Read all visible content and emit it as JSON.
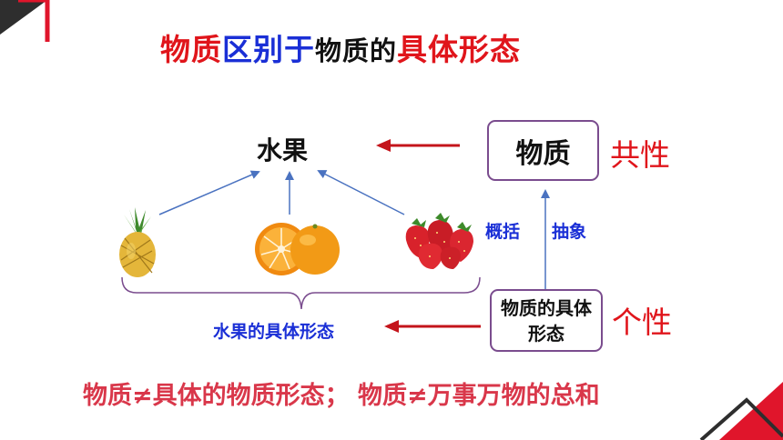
{
  "title": {
    "part1": "物质",
    "part2": "区别于",
    "part3": "物质的",
    "part4": "具体形态"
  },
  "nodes": {
    "fruit": "水果",
    "matter": "物质",
    "concrete_form": "物质的具体形态"
  },
  "tags": {
    "common": "共性",
    "individual": "个性"
  },
  "labels": {
    "generalize": "概括",
    "abstract": "抽象",
    "fruit_forms": "水果的具体形态"
  },
  "icons": [
    "pineapple-icon",
    "orange-icon",
    "strawberry-icon"
  ],
  "colors": {
    "red": "#e0151b",
    "blue": "#1a2fd6",
    "purple": "#7a4c8e",
    "arrow_blue": "#4a72c0",
    "bottom_text": "#d9374a"
  },
  "statement": "物质≠具体的物质形态； 物质≠万事万物的总和"
}
